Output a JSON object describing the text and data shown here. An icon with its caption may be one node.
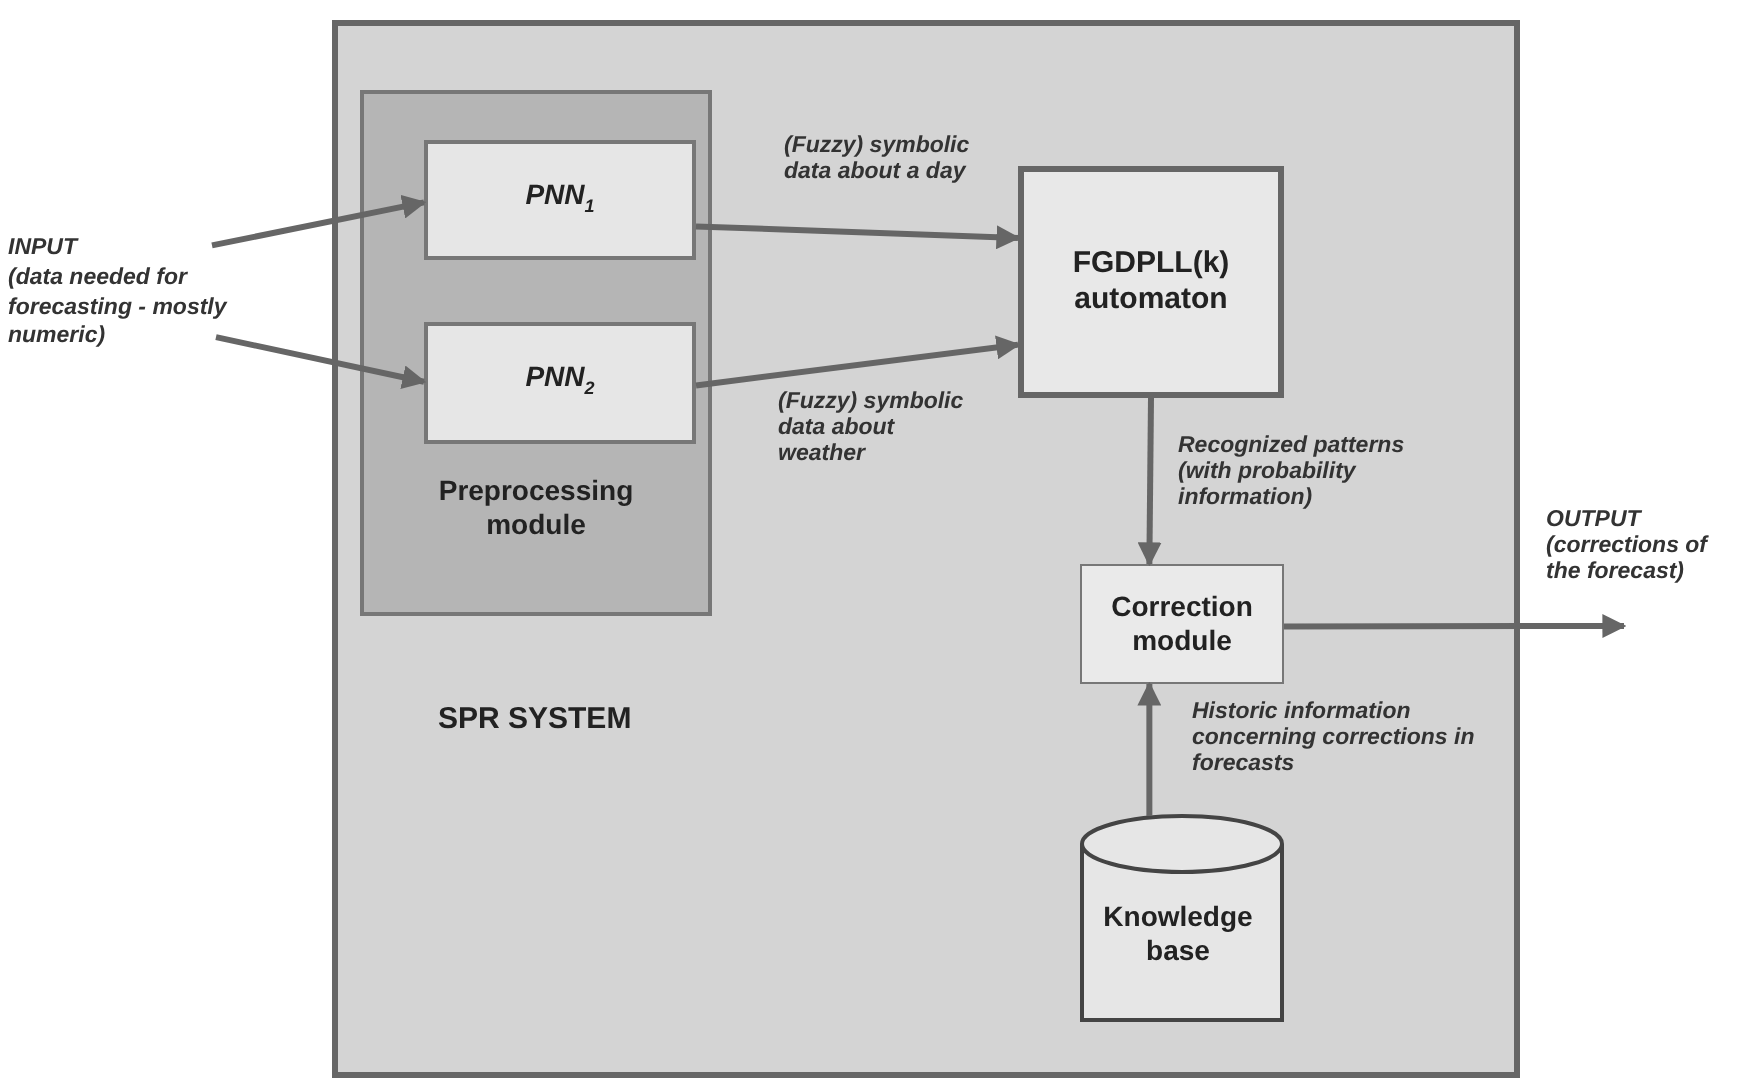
{
  "diagram": {
    "nodes": [
      {
        "text": [
          "SPR SYSTEM"
        ]
      },
      {
        "text": [
          "Preprocessing module"
        ],
        "in": 0
      },
      {
        "text": [
          "PNN$_{1}$"
        ],
        "in": 1
      },
      {
        "text": [
          "PNN$_{2}$"
        ],
        "in": 1
      },
      {
        "text": [
          "FGDPLL(k) automaton"
        ],
        "in": 0
      },
      {
        "text": [
          "Correction module"
        ],
        "in": 0
      },
      {
        "text": [
          "Knowledge base"
        ],
        "in": 0
      },
      {
        "text": [
          "INPUT",
          "(data needed for forecasting - mostly numeric)"
        ]
      }
    ],
    "edges": [
      {
        "from": 7,
        "to": 2,
        "arrow": "to"
      },
      {
        "from": 7,
        "to": 3,
        "arrow": "to"
      },
      {
        "from": 2,
        "to": 4,
        "arrow": "to",
        "label": "(Fuzzy) symbolic data about a day"
      },
      {
        "from": 3,
        "to": 4,
        "arrow": "to",
        "label": "(Fuzzy) symbolic data about weather"
      },
      {
        "from": 4,
        "to": 5,
        "arrow": "to",
        "label": "Recognized patterns (with probability information)"
      },
      {
        "from": 6,
        "to": 5,
        "arrow": "to",
        "label": "Historic information concerning corrections in forecasts"
      },
      {
        "from": 5,
        "to": null,
        "arrow": "to",
        "label": "OUTPUT (corrections of the forecast)"
      }
    ]
  }
}
